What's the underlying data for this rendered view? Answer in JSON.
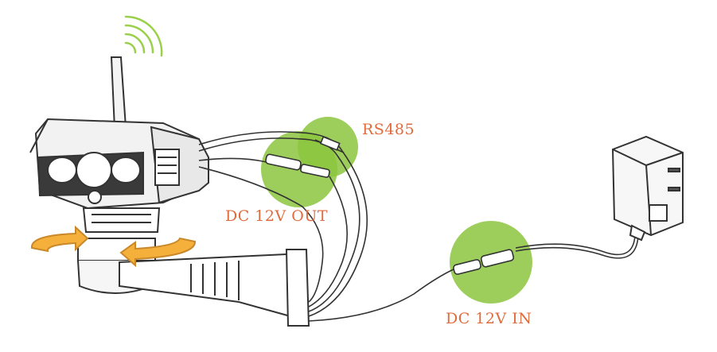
{
  "labels": {
    "rs485": "RS485",
    "dc_out": "DC 12V OUT",
    "dc_in": "DC 12V IN"
  },
  "colors": {
    "label_text": "#e06b3c",
    "highlight_green": "#8cc63e",
    "highlight_green_dark": "#6aa12a",
    "wifi_arc": "#9bd04a",
    "rotation_arrow": "#f4b03a",
    "rotation_arrow_outline": "#c9882a",
    "line_art": "#333333"
  },
  "icons": {
    "wifi": "wifi-signal-icon",
    "rotation": "rotation-arrows-icon",
    "camera": "bullet-camera-icon",
    "adapter": "power-adapter-icon"
  }
}
